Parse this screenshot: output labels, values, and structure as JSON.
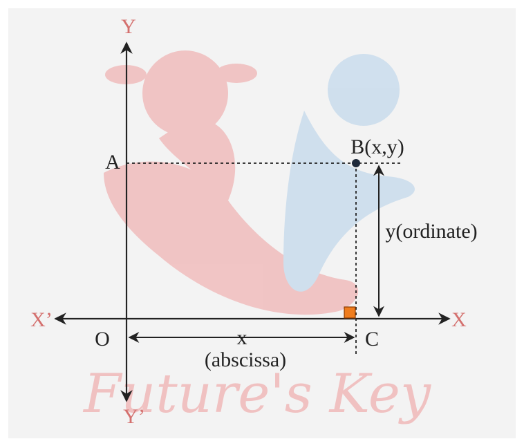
{
  "colors": {
    "background": "#f3f3f3",
    "axis": "#222222",
    "axis_label": "#d4706e",
    "point": "#1f2a3a",
    "right_angle_marker": "#ef7d1e",
    "watermark_red": "#f0bcbc",
    "watermark_blue": "#c9dcec"
  },
  "axes": {
    "x_positive": "X",
    "x_negative": "X’",
    "y_positive": "Y",
    "y_negative": "Y’"
  },
  "points": {
    "origin": "O",
    "a": "A",
    "b": "B(x,y)",
    "c": "C"
  },
  "measures": {
    "x_label": "x",
    "x_caption": "(abscissa)",
    "y_label": "y(ordinate)"
  },
  "watermark": {
    "text": "Future's Key"
  }
}
